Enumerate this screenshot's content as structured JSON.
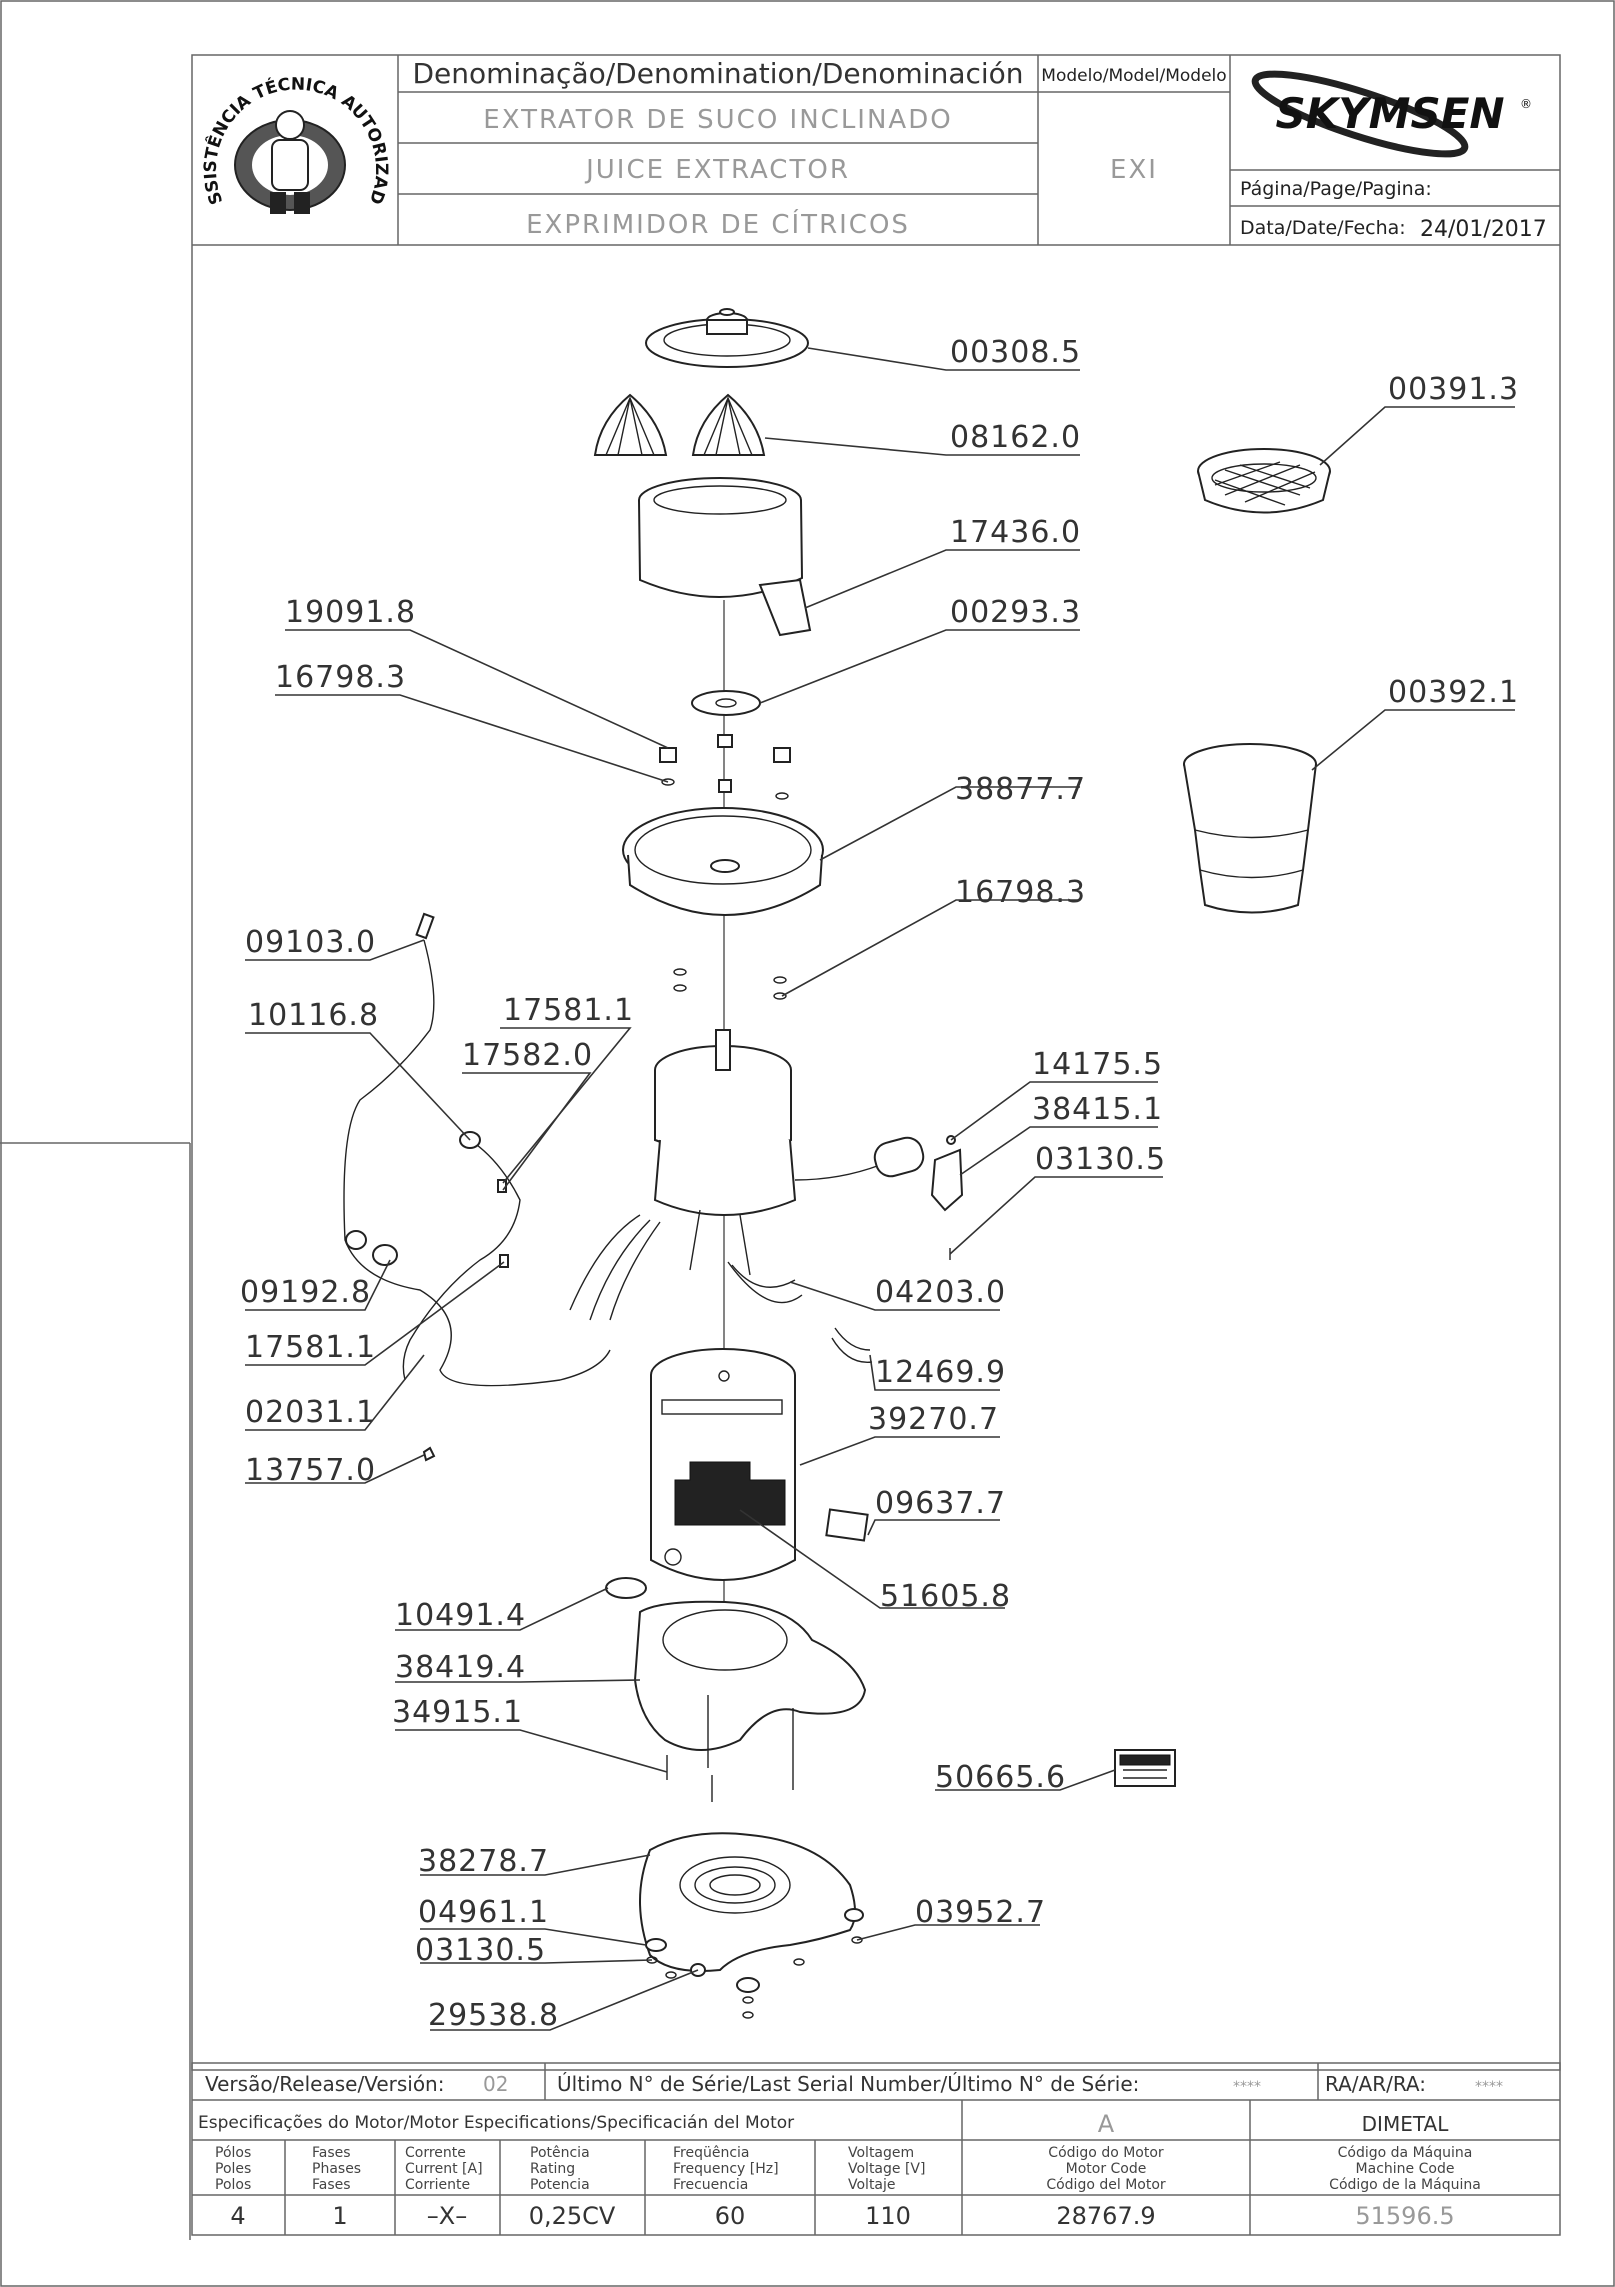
{
  "header": {
    "denomination_label": "Denominação/Denomination/Denominación",
    "model_label": "Modelo/Model/Modelo",
    "name_pt": "EXTRATOR DE SUCO INCLINADO",
    "name_en": "JUICE EXTRACTOR",
    "name_es": "EXPRIMIDOR DE CÍTRICOS",
    "model": "EXI",
    "brand": "SKYMSEN",
    "brand_mark": "®",
    "page_label": "Página/Page/Pagina:",
    "page_value": "",
    "date_label": "Data/Date/Fecha:",
    "date_value": "24/01/2017",
    "seal_text": "ASSISTÊNCIA TÉCNICA AUTORIZADA"
  },
  "parts": [
    {
      "code": "00308.5"
    },
    {
      "code": "08162.0"
    },
    {
      "code": "17436.0"
    },
    {
      "code": "00293.3"
    },
    {
      "code": "19091.8"
    },
    {
      "code": "16798.3"
    },
    {
      "code": "38877.7"
    },
    {
      "code": "16798.3"
    },
    {
      "code": "00391.3"
    },
    {
      "code": "00392.1"
    },
    {
      "code": "09103.0"
    },
    {
      "code": "10116.8"
    },
    {
      "code": "17581.1"
    },
    {
      "code": "17582.0"
    },
    {
      "code": "14175.5"
    },
    {
      "code": "38415.1"
    },
    {
      "code": "03130.5"
    },
    {
      "code": "04203.0"
    },
    {
      "code": "09192.8"
    },
    {
      "code": "17581.1"
    },
    {
      "code": "12469.9"
    },
    {
      "code": "39270.7"
    },
    {
      "code": "02031.1"
    },
    {
      "code": "13757.0"
    },
    {
      "code": "09637.7"
    },
    {
      "code": "51605.8"
    },
    {
      "code": "10491.4"
    },
    {
      "code": "38419.4"
    },
    {
      "code": "34915.1"
    },
    {
      "code": "50665.6"
    },
    {
      "code": "38278.7"
    },
    {
      "code": "04961.1"
    },
    {
      "code": "03952.7"
    },
    {
      "code": "03130.5"
    },
    {
      "code": "29538.8"
    }
  ],
  "footer": {
    "version_label": "Versão/Release/Versión:",
    "version_value": "02",
    "serial_label": "Último N° de Série/Last Serial Number/Último N° de Série:",
    "serial_value": "****",
    "ra_label": "RA/AR/RA:",
    "ra_value": "****",
    "motor_spec_label": "Especificações do Motor/Motor Especifications/Specificacián del Motor",
    "motor_letter": "A",
    "supplier": "DIMETAL",
    "columns": [
      {
        "lines": [
          "Pólos",
          "Poles",
          "Polos"
        ],
        "value": "4"
      },
      {
        "lines": [
          "Fases",
          "Phases",
          "Fases"
        ],
        "value": "1"
      },
      {
        "lines": [
          "Corrente",
          "Current [A]",
          "Corriente"
        ],
        "value": "–X–"
      },
      {
        "lines": [
          "Potência",
          "Rating",
          "Potencia"
        ],
        "value": "0,25CV"
      },
      {
        "lines": [
          "Freqüência",
          "Frequency [Hz]",
          "Frecuencia"
        ],
        "value": "60"
      },
      {
        "lines": [
          "Voltagem",
          "Voltage [V]",
          "Voltaje"
        ],
        "value": "110"
      },
      {
        "lines": [
          "Código do Motor",
          "Motor Code",
          "Código del Motor"
        ],
        "value": "28767.9"
      },
      {
        "lines": [
          "Código da Máquina",
          "Machine Code",
          "Código de la Máquina"
        ],
        "value": "51596.5"
      }
    ]
  }
}
